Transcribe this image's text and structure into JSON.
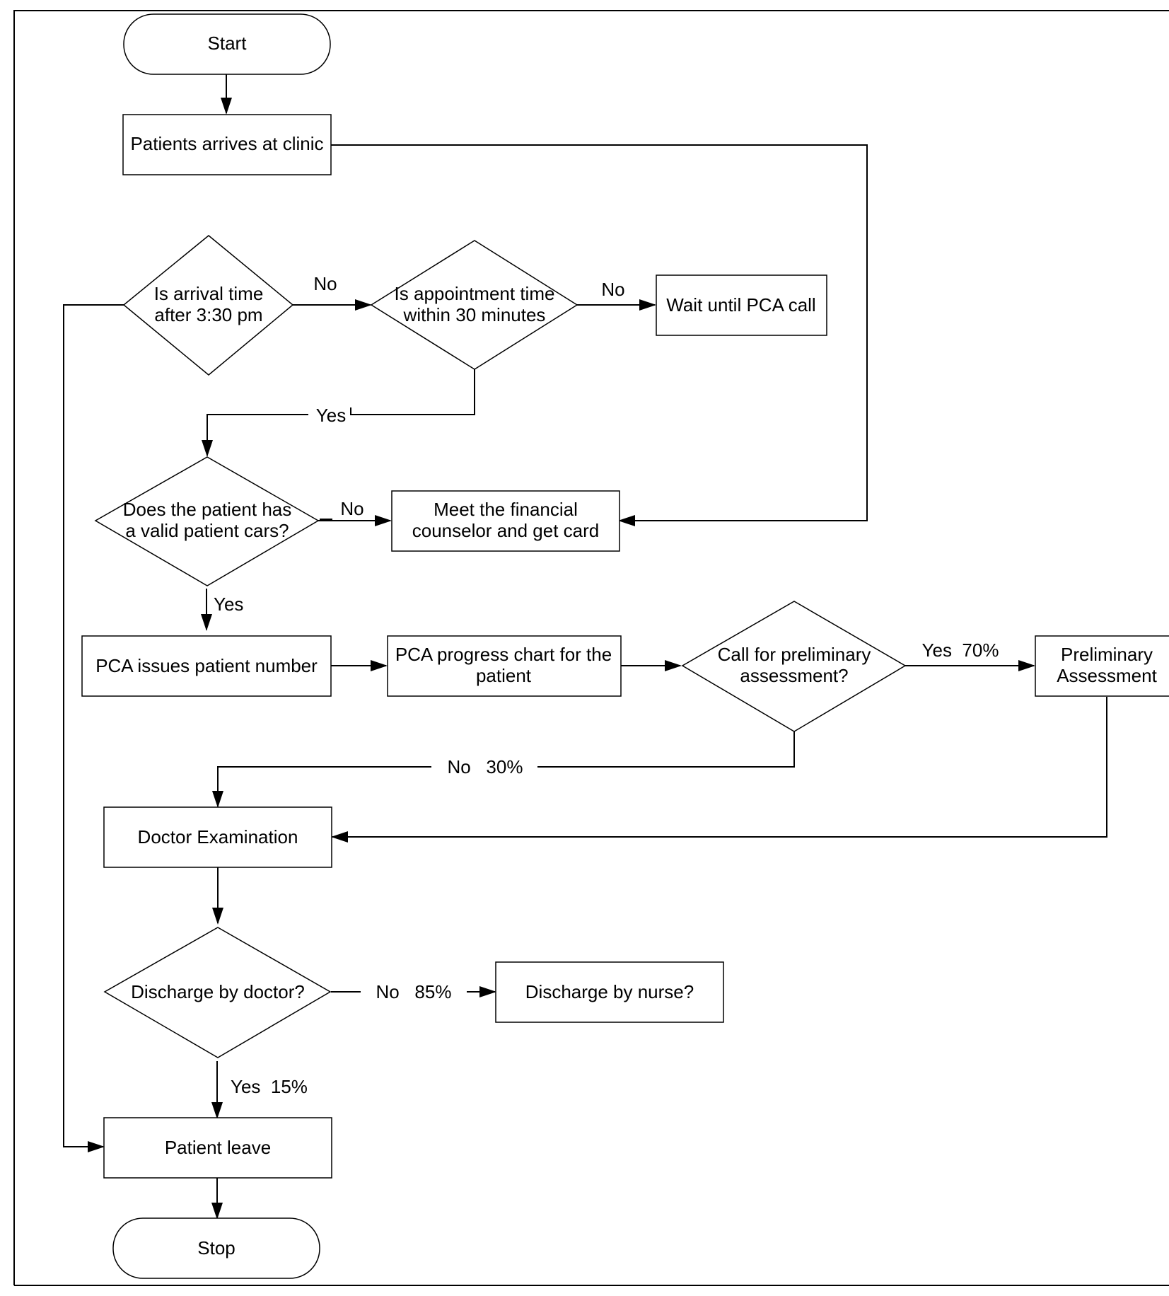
{
  "diagram": {
    "nodes": {
      "start": {
        "shape": "terminator",
        "label": "Start"
      },
      "arrive": {
        "shape": "process",
        "label": "Patients arrives at clinic"
      },
      "arrival_time": {
        "shape": "decision",
        "lines": [
          "Is arrival time",
          "after 3:30 pm"
        ]
      },
      "appointment": {
        "shape": "decision",
        "lines": [
          "Is appointment time",
          "within 30 minutes"
        ]
      },
      "wait_pca": {
        "shape": "process",
        "label": "Wait until PCA call"
      },
      "valid_card": {
        "shape": "decision",
        "lines": [
          "Does the patient has",
          "a valid patient cars?"
        ]
      },
      "financial": {
        "shape": "process",
        "lines": [
          "Meet the financial",
          "counselor and get card"
        ]
      },
      "issue_number": {
        "shape": "process",
        "label": "PCA issues patient number"
      },
      "progress_chart": {
        "shape": "process",
        "lines": [
          "PCA progress chart for the",
          "patient"
        ]
      },
      "call_prelim": {
        "shape": "decision",
        "lines": [
          "Call for preliminary",
          "assessment?"
        ]
      },
      "prelim": {
        "shape": "process",
        "lines": [
          "Preliminary",
          "Assessment"
        ]
      },
      "doctor_exam": {
        "shape": "process",
        "label": "Doctor Examination"
      },
      "discharge_doctor": {
        "shape": "decision",
        "label": "Discharge by doctor?"
      },
      "discharge_nurse": {
        "shape": "process",
        "label": "Discharge by nurse?"
      },
      "leave": {
        "shape": "process",
        "label": "Patient leave"
      },
      "stop": {
        "shape": "terminator",
        "label": "Stop"
      }
    },
    "edges": [
      {
        "id": "start_to_arrive",
        "from": "start",
        "to": "arrive",
        "label": ""
      },
      {
        "id": "arrive_to_financial",
        "from": "arrive",
        "to": "financial",
        "label": ""
      },
      {
        "id": "arrival_to_appointment",
        "from": "arrival_time",
        "to": "appointment",
        "label": "No"
      },
      {
        "id": "arrival_to_leave",
        "from": "arrival_time",
        "to": "leave",
        "label": ""
      },
      {
        "id": "appointment_to_wait",
        "from": "appointment",
        "to": "wait_pca",
        "label": "No"
      },
      {
        "id": "appointment_to_card",
        "from": "appointment",
        "to": "valid_card",
        "label": "Yes"
      },
      {
        "id": "card_to_financial",
        "from": "valid_card",
        "to": "financial",
        "label": "No"
      },
      {
        "id": "card_to_issue",
        "from": "valid_card",
        "to": "issue_number",
        "label": "Yes"
      },
      {
        "id": "issue_to_chart",
        "from": "issue_number",
        "to": "progress_chart",
        "label": ""
      },
      {
        "id": "chart_to_call",
        "from": "progress_chart",
        "to": "call_prelim",
        "label": ""
      },
      {
        "id": "call_to_prelim",
        "from": "call_prelim",
        "to": "prelim",
        "label": "Yes  70%"
      },
      {
        "id": "call_to_doctor",
        "from": "call_prelim",
        "to": "doctor_exam",
        "label": "No   30%"
      },
      {
        "id": "prelim_to_doctor",
        "from": "prelim",
        "to": "doctor_exam",
        "label": ""
      },
      {
        "id": "doctor_to_discharge",
        "from": "doctor_exam",
        "to": "discharge_doctor",
        "label": ""
      },
      {
        "id": "discharge_to_nurse",
        "from": "discharge_doctor",
        "to": "discharge_nurse",
        "label": "No   85%"
      },
      {
        "id": "discharge_to_leave",
        "from": "discharge_doctor",
        "to": "leave",
        "label": "Yes  15%"
      },
      {
        "id": "leave_to_stop",
        "from": "leave",
        "to": "stop",
        "label": ""
      }
    ]
  }
}
